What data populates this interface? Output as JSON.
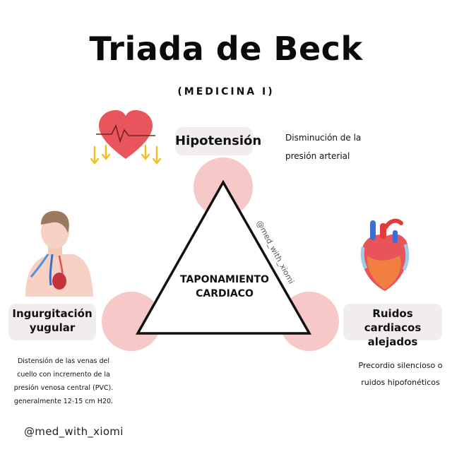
{
  "title": "Triada de Beck",
  "subtitle": "(MEDICINA I)",
  "center_label": [
    "TAPONAMIENTO",
    "CARDIACO"
  ],
  "nodes": {
    "top": {
      "label": "Hipotensión",
      "description": [
        "Disminución de la",
        "presión arterial"
      ],
      "icon": "heart-pulse-down-arrows"
    },
    "left": {
      "label": [
        "Ingurgitación",
        "yugular"
      ],
      "description": [
        "Distensión de las venas del",
        "cuello con incremento de la",
        "presión venosa central (PVC).",
        "generalmente 12-15 cm H20."
      ],
      "icon": "human-torso-veins"
    },
    "right": {
      "label": [
        "Ruidos cardiacos",
        "alejados"
      ],
      "description": [
        "Precordio silencioso o",
        "ruidos hipofonéticos"
      ],
      "icon": "anatomical-heart"
    }
  },
  "watermark": "@med_with_xiomi",
  "footer": "@med_with_xiomi",
  "colors": {
    "circle": "#f7c8c8",
    "label_bg": "#f1eded",
    "heart": "#e8555c",
    "arrow": "#f2c01e"
  }
}
